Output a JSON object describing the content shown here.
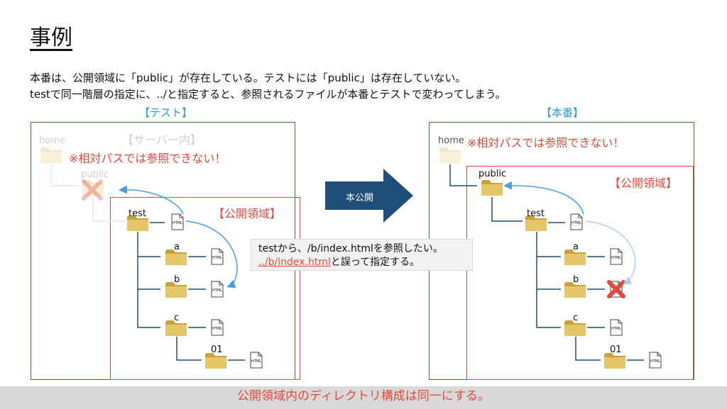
{
  "title": "事例",
  "description": {
    "line1": "本番は、公開領域に「public」が存在している。テストには「public」は存在していない。",
    "line2": "testで同一階層の指定に、../と指定すると、参照されるファイルが本番とテストで変わってしまう。"
  },
  "left_panel": {
    "label": "【テスト】",
    "home": "home",
    "server_label": "【サーバー内】",
    "warning": "※相対パスでは参照できない！",
    "public": "public",
    "public_area_label": "【公開領域】",
    "test": "test",
    "a": "a",
    "b": "b",
    "c": "c",
    "f01": "01"
  },
  "arrow": {
    "label": "本公開"
  },
  "callout": {
    "line1": "testから、/b/index.htmlを参照したい。",
    "line2_red": "../b/index.html",
    "line2_rest": "と誤って指定する。"
  },
  "right_panel": {
    "label": "【本番】",
    "home": "home",
    "warning": "※相対パスでは参照できない！",
    "public": "public",
    "public_area_label": "【公開領域】",
    "test": "test",
    "a": "a",
    "b": "b",
    "c": "c",
    "f01": "01"
  },
  "html_icon_text": "HTML",
  "footer": "公開領域内のディレクトリ構成は同一にする。",
  "colors": {
    "red": "#e0493c",
    "green": "#3d7a2e",
    "blue": "#2e9be0",
    "navy": "#1f4e79",
    "folder": "#c9a33a"
  }
}
